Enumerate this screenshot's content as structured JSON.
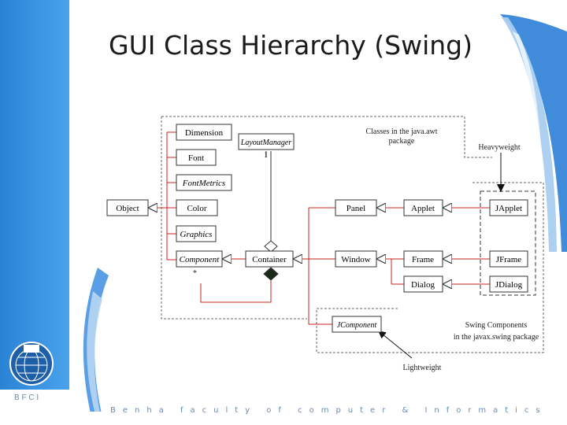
{
  "title": "GUI Class Hierarchy (Swing)",
  "footer": {
    "left_text": "B F C I",
    "bottom_text": "Benha faculty of computer & Informatics"
  },
  "diagram": {
    "classes": {
      "dimension": "Dimension",
      "font": "Font",
      "font_metrics": "FontMetrics",
      "color": "Color",
      "graphics": "Graphics",
      "component": "Component",
      "object": "Object",
      "layout_manager": "LayoutManager",
      "container": "Container",
      "panel": "Panel",
      "applet": "Applet",
      "window": "Window",
      "frame": "Frame",
      "dialog": "Dialog",
      "japplet": "JApplet",
      "jframe": "JFrame",
      "jdialog": "JDialog",
      "jcomponent": "JComponent"
    },
    "labels": {
      "awt_package_line1": "Classes in the java.awt",
      "awt_package_line2": "package",
      "heavyweight": "Heavyweight",
      "lightweight": "Lightweight",
      "swing_package_line1": "Swing Components",
      "swing_package_line2": "in the javax.swing package",
      "multiplicity_one": "1",
      "multiplicity_many": "*"
    }
  }
}
